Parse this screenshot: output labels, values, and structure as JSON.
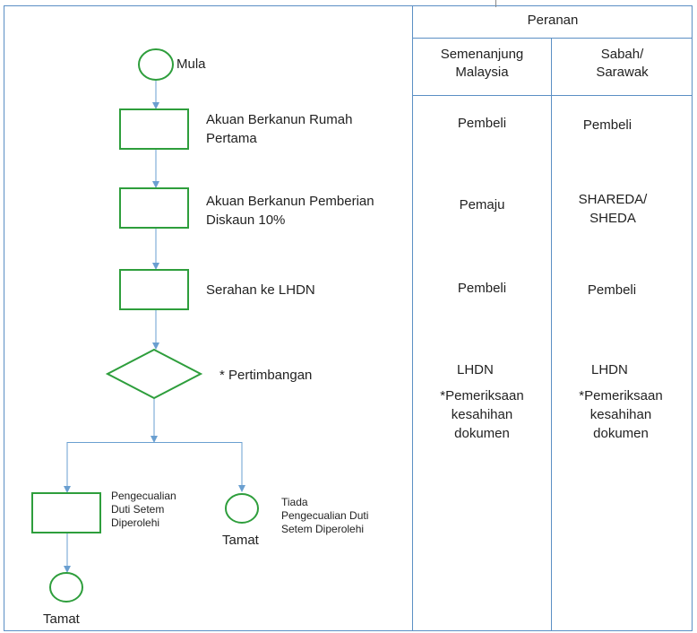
{
  "header": {
    "roles_title": "Peranan",
    "col_peninsular": [
      "Semenanjung",
      "Malaysia"
    ],
    "col_borneo": [
      "Sabah/",
      "Sarawak"
    ]
  },
  "flow": {
    "start_label": "Mula",
    "step1": [
      "Akuan Berkanun Rumah",
      "Pertama"
    ],
    "step2": [
      "Akuan Berkanun Pemberian",
      "Diskaun 10%"
    ],
    "step3": "Serahan ke LHDN",
    "decision": "* Pertimbangan",
    "yes_box": [
      "Pengecualian",
      "Duti Setem",
      "Diperolehi"
    ],
    "no_text": [
      "Tiada",
      "Pengecualian Duti",
      "Setem Diperolehi"
    ],
    "end_label": "Tamat"
  },
  "roles": {
    "peninsular": {
      "step1": "Pembeli",
      "step2": "Pemaju",
      "step3": "Pembeli",
      "decision": [
        "LHDN",
        "*Pemeriksaan",
        "kesahihan",
        "dokumen"
      ]
    },
    "borneo": {
      "step1": "Pembeli",
      "step2": [
        "SHAREDA/",
        "SHEDA"
      ],
      "step3": "Pembeli",
      "decision": [
        "LHDN",
        "*Pemeriksaan",
        "kesahihan",
        "dokumen"
      ]
    }
  },
  "colors": {
    "border": "#5b8fc4",
    "connector": "#6a9fd0",
    "shape": "#2e9e3c"
  }
}
